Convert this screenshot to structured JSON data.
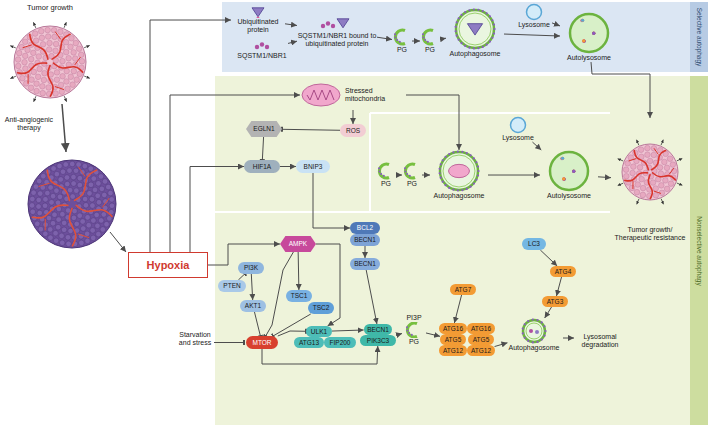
{
  "diagram": {
    "nodes": [
      {
        "text": [
          "Selective autophagy"
        ]
      },
      {
        "text": [
          "Nonselective autophagy"
        ]
      },
      {
        "text": [
          "Tumor growth"
        ]
      },
      {
        "text": [
          "Hypoxia"
        ]
      },
      {
        "text": [
          "Tumor growth/ Therapeutic resistance"
        ]
      },
      {
        "text": [
          "Ubiquitinated protein"
        ],
        "in": 0
      },
      {
        "text": [
          "SQSTM1/NBR1"
        ],
        "in": 0
      },
      {
        "text": [
          "SQSTM1/NBR1 bound to ubiquitinated protein"
        ],
        "in": 0
      },
      {
        "text": [
          "PG"
        ],
        "in": 0
      },
      {
        "text": [
          "PG"
        ],
        "in": 0
      },
      {
        "text": [
          "Autophagosome"
        ],
        "in": 0
      },
      {
        "text": [
          "Lysosome"
        ],
        "in": 0
      },
      {
        "text": [
          "Autolysosome"
        ],
        "in": 0
      },
      {
        "text": [
          "Stressed mitochondria"
        ],
        "in": 1
      },
      {
        "text": [
          "ROS"
        ],
        "in": 1
      },
      {
        "text": [
          "EGLN1"
        ],
        "in": 1
      },
      {
        "text": [
          "HIF1A"
        ],
        "in": 1
      },
      {
        "text": [
          "BNIP3"
        ],
        "in": 1
      },
      {
        "text": [
          "PG"
        ],
        "in": 1
      },
      {
        "text": [
          "PG"
        ],
        "in": 1
      },
      {
        "text": [
          "Autophagosome"
        ],
        "in": 1
      },
      {
        "text": [
          "Lysosome"
        ],
        "in": 1
      },
      {
        "text": [
          "Autolysosome"
        ],
        "in": 1
      },
      {
        "text": [
          "BCL2"
        ],
        "in": 1
      },
      {
        "text": [
          "BECN1"
        ],
        "in": 1
      },
      {
        "text": [
          "BECN1"
        ],
        "in": 1
      },
      {
        "text": [
          "AMPK"
        ],
        "in": 1
      },
      {
        "text": [
          "PI3K"
        ],
        "in": 1
      },
      {
        "text": [
          "PTEN"
        ],
        "in": 1
      },
      {
        "text": [
          "AKT1"
        ],
        "in": 1
      },
      {
        "text": [
          "TSC1"
        ],
        "in": 1
      },
      {
        "text": [
          "TSC2"
        ],
        "in": 1
      },
      {
        "text": [
          "MTOR"
        ],
        "in": 1
      },
      {
        "text": [
          "ULK1"
        ],
        "in": 1
      },
      {
        "text": [
          "ATG13"
        ],
        "in": 1
      },
      {
        "text": [
          "FIP200"
        ],
        "in": 1
      },
      {
        "text": [
          "BECN1"
        ],
        "in": 1
      },
      {
        "text": [
          "PIK3C3"
        ],
        "in": 1
      },
      {
        "text": [
          "PI3P",
          "PG"
        ],
        "in": 1
      },
      {
        "text": [
          "ATG16"
        ],
        "in": 1
      },
      {
        "text": [
          "ATG16"
        ],
        "in": 1
      },
      {
        "text": [
          "ATG5"
        ],
        "in": 1
      },
      {
        "text": [
          "ATG5"
        ],
        "in": 1
      },
      {
        "text": [
          "ATG12"
        ],
        "in": 1
      },
      {
        "text": [
          "ATG12"
        ],
        "in": 1
      },
      {
        "text": [
          "Autophagosome"
        ],
        "in": 1
      },
      {
        "text": [
          "ATG7"
        ],
        "in": 1
      },
      {
        "text": [
          "LC3"
        ],
        "in": 1
      },
      {
        "text": [
          "ATG4"
        ],
        "in": 1
      },
      {
        "text": [
          "ATG3"
        ],
        "in": 1
      }
    ],
    "edges": [
      {
        "from": 3,
        "to": 5,
        "arrow": "to"
      },
      {
        "from": 3,
        "to": 13,
        "arrow": "to"
      },
      {
        "from": 3,
        "to": 16,
        "arrow": "to"
      },
      {
        "from": 3,
        "to": 26,
        "arrow": "to"
      },
      {
        "from": 5,
        "to": 7,
        "arrow": "to"
      },
      {
        "from": 6,
        "to": 7,
        "arrow": "to"
      },
      {
        "from": 7,
        "to": 8,
        "arrow": "to"
      },
      {
        "from": 8,
        "to": 9,
        "arrow": "to"
      },
      {
        "from": 9,
        "to": 10,
        "arrow": "to"
      },
      {
        "from": 10,
        "to": 12,
        "arrow": "to"
      },
      {
        "from": 11,
        "to": 12,
        "arrow": "to"
      },
      {
        "from": 12,
        "to": 4,
        "arrow": "to"
      },
      {
        "from": 13,
        "to": 14,
        "arrow": "to"
      },
      {
        "from": 14,
        "to": 15,
        "arrow": "to"
      },
      {
        "from": 15,
        "to": 16,
        "arrow": "to"
      },
      {
        "from": 16,
        "to": 17,
        "arrow": "to"
      },
      {
        "from": 17,
        "to": 23,
        "arrow": "to"
      },
      {
        "from": 24,
        "to": 25,
        "arrow": "to"
      },
      {
        "from": 13,
        "to": 20,
        "arrow": "to"
      },
      {
        "from": 18,
        "to": 19,
        "arrow": "to"
      },
      {
        "from": 19,
        "to": 20,
        "arrow": "to"
      },
      {
        "from": 20,
        "to": 22,
        "arrow": "to"
      },
      {
        "from": 21,
        "to": 22,
        "arrow": "to"
      },
      {
        "from": 22,
        "to": 4,
        "arrow": "to"
      },
      {
        "from": 25,
        "to": 36,
        "arrow": "to"
      },
      {
        "from": 26,
        "to": 30,
        "arrow": "to"
      },
      {
        "from": 26,
        "to": 32,
        "arrow": "to"
      },
      {
        "from": 26,
        "to": 33,
        "arrow": "to"
      },
      {
        "from": 27,
        "to": 29,
        "arrow": "to"
      },
      {
        "from": 28,
        "to": 27,
        "arrow": "to"
      },
      {
        "from": 29,
        "to": 32,
        "arrow": "to"
      },
      {
        "from": 31,
        "to": 32,
        "arrow": "to"
      },
      {
        "from": 32,
        "to": 33,
        "arrow": "to"
      },
      {
        "from": 33,
        "to": 36,
        "arrow": "to"
      },
      {
        "from": 32,
        "to": 37,
        "arrow": "to"
      },
      {
        "from": 37,
        "to": 38,
        "arrow": "to"
      },
      {
        "from": 38,
        "to": 41,
        "arrow": "to"
      },
      {
        "from": 44,
        "to": 45,
        "arrow": "to"
      },
      {
        "from": 46,
        "to": 39,
        "arrow": "to"
      },
      {
        "from": 47,
        "to": 48,
        "arrow": "to"
      },
      {
        "from": 48,
        "to": 49,
        "arrow": "to"
      },
      {
        "from": 49,
        "to": 45,
        "arrow": "to"
      }
    ],
    "labels": [
      "Anti-angiogenic therapy",
      "Starvation and stress",
      "Lysosomal degradation"
    ]
  }
}
